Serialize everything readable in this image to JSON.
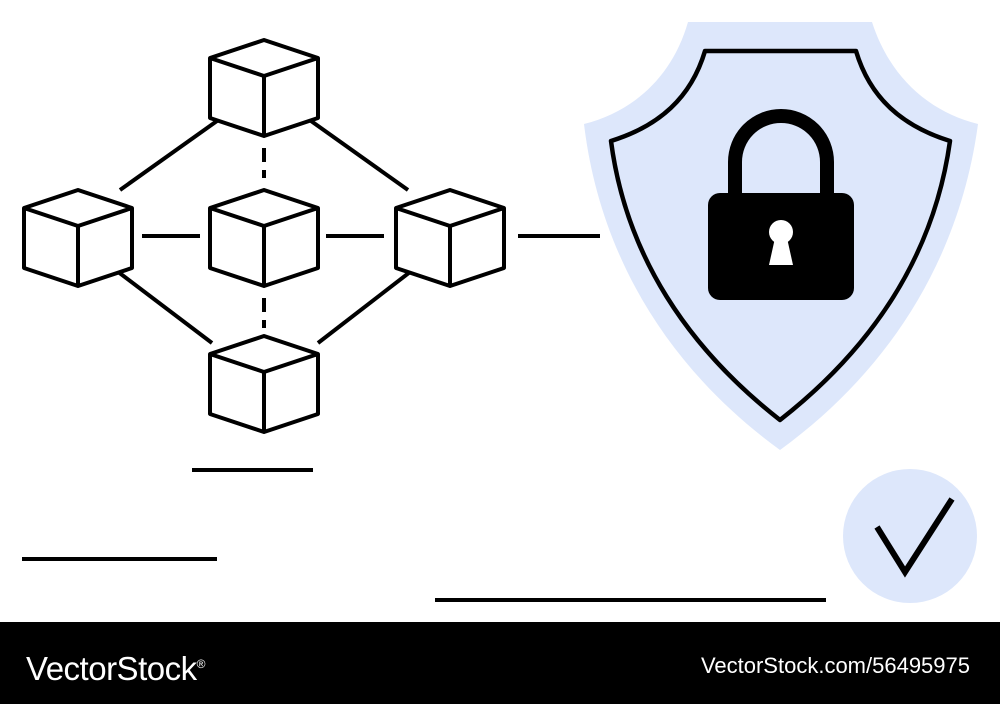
{
  "colors": {
    "stroke": "#000000",
    "accent_fill": "#dde7fb",
    "background": "#ffffff",
    "footer_bg": "#000000",
    "footer_text": "#ffffff"
  },
  "illustration": {
    "network": {
      "cube_count": 5,
      "icon": "blockchain-network-icon"
    },
    "shield": {
      "icon": "shield-icon"
    },
    "lock": {
      "icon": "padlock-icon"
    },
    "check": {
      "icon": "checkmark-icon"
    }
  },
  "footer": {
    "logo_text": "VectorStock",
    "logo_mark": "®",
    "url": "VectorStock.com/56495975"
  }
}
